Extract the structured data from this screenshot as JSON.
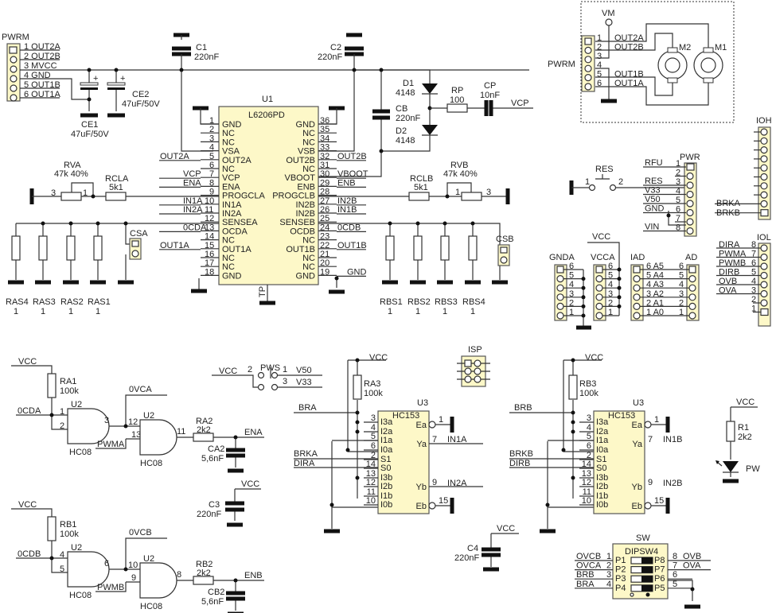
{
  "pwrm_left": {
    "ref": "PWRM",
    "pins": [
      "1 OUT2A",
      "2 OUT2B",
      "3 MVCC",
      "4 GND",
      "5 OUT1B",
      "6 OUT1A"
    ]
  },
  "caps_top": {
    "ce1": {
      "ref": "CE1",
      "val": "47uF/50V"
    },
    "ce2": {
      "ref": "CE2",
      "val": "47uF/50V"
    },
    "c1": {
      "ref": "C1",
      "val": "220nF"
    },
    "c2": {
      "ref": "C2",
      "val": "220nF"
    },
    "cb": {
      "ref": "CB",
      "val": "220nF"
    },
    "cp": {
      "ref": "CP",
      "val": "10nF"
    },
    "rp": {
      "ref": "RP",
      "val": "100"
    },
    "d1": {
      "ref": "D1",
      "val": "4148"
    },
    "d2": {
      "ref": "D2",
      "val": "4148"
    },
    "vcp": "VCP",
    "plus": "+"
  },
  "u1": {
    "ref": "U1",
    "part": "L6206PD",
    "tp": "TP",
    "left": [
      [
        "1",
        "GND",
        ""
      ],
      [
        "2",
        "NC",
        ""
      ],
      [
        "3",
        "NC",
        ""
      ],
      [
        "4",
        "VSA",
        ""
      ],
      [
        "5",
        "OUT2A",
        "OUT2A"
      ],
      [
        "6",
        "NC",
        ""
      ],
      [
        "7",
        "VCP",
        "VCP"
      ],
      [
        "8",
        "ENA",
        "ENA"
      ],
      [
        "9",
        "PROGCLA",
        ""
      ],
      [
        "10",
        "IN1A",
        "IN1A"
      ],
      [
        "11",
        "IN2A",
        "IN2A"
      ],
      [
        "12",
        "SENSEA",
        ""
      ],
      [
        "13",
        "OCDA",
        "0CDA"
      ],
      [
        "14",
        "NC",
        ""
      ],
      [
        "15",
        "OUT1A",
        "OUT1A"
      ],
      [
        "16",
        "NC",
        ""
      ],
      [
        "17",
        "NC",
        ""
      ],
      [
        "18",
        "GND",
        ""
      ]
    ],
    "right": [
      [
        "36",
        "GND",
        ""
      ],
      [
        "35",
        "NC",
        ""
      ],
      [
        "34",
        "NC",
        ""
      ],
      [
        "33",
        "VSB",
        ""
      ],
      [
        "32",
        "OUT2B",
        "OUT2B"
      ],
      [
        "31",
        "NC",
        ""
      ],
      [
        "30",
        "VBOOT",
        "VBOOT"
      ],
      [
        "29",
        "ENB",
        "ENB"
      ],
      [
        "28",
        "PROGCLB",
        ""
      ],
      [
        "27",
        "IN2B",
        "IN2B"
      ],
      [
        "26",
        "IN2B",
        "IN1B"
      ],
      [
        "25",
        "SENSEB",
        ""
      ],
      [
        "24",
        "OCDB",
        "0CDB"
      ],
      [
        "23",
        "NC",
        ""
      ],
      [
        "22",
        "OUT1B",
        "OUT1B"
      ],
      [
        "21",
        "NC",
        ""
      ],
      [
        "20",
        "NC",
        ""
      ],
      [
        "19",
        "GND",
        "GND"
      ]
    ]
  },
  "rva": {
    "ref": "RVA",
    "val": "47k 40%",
    "p1": "1",
    "p2": "2",
    "p3": "3"
  },
  "rcla": {
    "ref": "RCLA",
    "val": "5k1"
  },
  "rvb": {
    "ref": "RVB",
    "val": "47k 40%",
    "p1": "1",
    "p2": "2",
    "p3": "3"
  },
  "rclb": {
    "ref": "RCLB",
    "val": "5k1"
  },
  "sense_a": {
    "resistors": [
      {
        "ref": "RAS4",
        "val": "1"
      },
      {
        "ref": "RAS3",
        "val": "1"
      },
      {
        "ref": "RAS2",
        "val": "1"
      },
      {
        "ref": "RAS1",
        "val": "1"
      }
    ],
    "jumper": "CSA"
  },
  "sense_b": {
    "resistors": [
      {
        "ref": "RBS1",
        "val": "1"
      },
      {
        "ref": "RBS2",
        "val": "1"
      },
      {
        "ref": "RBS3",
        "val": "1"
      },
      {
        "ref": "RBS4",
        "val": "1"
      }
    ],
    "jumper": "CSB"
  },
  "motor_box": {
    "vm": "VM",
    "ref": "PWRM",
    "m1": "M1",
    "m2": "M2",
    "pins": [
      [
        "1",
        "OUT2A"
      ],
      [
        "2",
        "OUT2B"
      ],
      [
        "3",
        ""
      ],
      [
        "4",
        ""
      ],
      [
        "5",
        "OUT1B"
      ],
      [
        "6",
        "OUT1A"
      ]
    ]
  },
  "res_switch": {
    "ref": "RES",
    "p1": "1",
    "p2": "2"
  },
  "pwr": {
    "ref": "PWR",
    "pins": [
      [
        "RFU",
        "1"
      ],
      [
        "",
        "2"
      ],
      [
        "RES",
        "3"
      ],
      [
        "V33",
        "4"
      ],
      [
        "V50",
        "5"
      ],
      [
        "GND",
        "6"
      ],
      [
        "",
        "7"
      ],
      [
        "VIN",
        "8"
      ]
    ]
  },
  "ioh": {
    "ref": "IOH",
    "labels": [
      "BRKA",
      "BRKB"
    ]
  },
  "iol": {
    "ref": "IOL",
    "pins": [
      [
        "DIRA",
        "8"
      ],
      [
        "PWMA",
        "7"
      ],
      [
        "PWMB",
        "6"
      ],
      [
        "DIRB",
        "5"
      ],
      [
        "OVB",
        "4"
      ],
      [
        "OVA",
        "3"
      ],
      [
        "",
        "2"
      ],
      [
        "",
        "1"
      ]
    ]
  },
  "gnda": {
    "ref": "GNDA",
    "pins": [
      "6",
      "5",
      "4",
      "3",
      "2",
      "1"
    ]
  },
  "vcca": {
    "ref": "VCCA",
    "vcc": "VCC",
    "pins": [
      "6",
      "5",
      "4",
      "3",
      "2",
      "1"
    ]
  },
  "iad": {
    "ref": "IAD",
    "ad": "AD",
    "pins": [
      [
        "6 A5",
        "6"
      ],
      [
        "5 A4",
        "5"
      ],
      [
        "4 A3",
        "4"
      ],
      [
        "3 A2",
        "3"
      ],
      [
        "2 A1",
        "2"
      ],
      [
        "1 A0",
        "1"
      ]
    ]
  },
  "gate_a": {
    "vcc": "VCC",
    "r1": {
      "ref": "RA1",
      "val": "100k"
    },
    "in": "0CDA",
    "u": "U2",
    "part": "HC08",
    "p1": "1",
    "p2": "2",
    "p3": "3",
    "ov": "0VCA",
    "p12": "12",
    "p13": "13",
    "p11": "11",
    "pwm": "PWMA",
    "r2": {
      "ref": "RA2",
      "val": "2k2"
    },
    "c": {
      "ref": "CA2",
      "val": "5,6nF"
    },
    "out": "ENA"
  },
  "gate_b": {
    "vcc": "VCC",
    "r1": {
      "ref": "RB1",
      "val": "100k"
    },
    "in": "0CDB",
    "u": "U2",
    "part": "HC08",
    "p1": "4",
    "p2": "5",
    "p3": "6",
    "ov": "0VCB",
    "p12": "10",
    "p13": "9",
    "p11": "8",
    "pwm": "PWMB",
    "r2": {
      "ref": "RB2",
      "val": "2k2"
    },
    "c": {
      "ref": "CB2",
      "val": "5,6nF"
    },
    "out": "ENB"
  },
  "pws": {
    "ref": "PWS",
    "vcc": "VCC",
    "p2": "2",
    "p1": "1",
    "p3": "3",
    "v50": "V50",
    "v33": "V33"
  },
  "c3": {
    "ref": "C3",
    "val": "220nF",
    "vcc": "VCC"
  },
  "c4": {
    "ref": "C4",
    "val": "220nF",
    "vcc": "VCC"
  },
  "isp": {
    "ref": "ISP"
  },
  "mux_a": {
    "ref": "U3",
    "part": "HC153",
    "vcc": "VCC",
    "r": {
      "ref": "RA3",
      "val": "100k"
    },
    "br": "BRA",
    "brk": "BRKA",
    "dir": "DIRA",
    "ya": "IN1A",
    "yb": "IN2A",
    "left": [
      [
        "3",
        "I3a"
      ],
      [
        "4",
        "I2a"
      ],
      [
        "5",
        "I1a"
      ],
      [
        "6",
        "I0a"
      ],
      [
        "2",
        "S1"
      ],
      [
        "14",
        "S0"
      ],
      [
        "13",
        "I3b"
      ],
      [
        "12",
        "I2b"
      ],
      [
        "11",
        "I1b"
      ],
      [
        "10",
        "I0b"
      ]
    ],
    "ea": [
      "1",
      "Ea"
    ],
    "ya_pin": [
      "7",
      "Ya"
    ],
    "yb_pin": [
      "9",
      "Yb"
    ],
    "eb": [
      "15",
      "Eb"
    ]
  },
  "mux_b": {
    "ref": "U3",
    "part": "HC153",
    "vcc": "VCC",
    "r": {
      "ref": "RB3",
      "val": "100k"
    },
    "br": "BRB",
    "brk": "BRKB",
    "dir": "DIRB",
    "ya": "IN1B",
    "yb": "IN2B",
    "left": [
      [
        "3",
        "I3a"
      ],
      [
        "4",
        "I2a"
      ],
      [
        "5",
        "I1a"
      ],
      [
        "6",
        "I0a"
      ],
      [
        "2",
        "S1"
      ],
      [
        "14",
        "S0"
      ],
      [
        "13",
        "I3b"
      ],
      [
        "12",
        "I2b"
      ],
      [
        "11",
        "I1b"
      ],
      [
        "10",
        "I0b"
      ]
    ],
    "ea": [
      "1",
      "Ea"
    ],
    "ya_pin": [
      "7",
      "Ya"
    ],
    "yb_pin": [
      "9",
      "Yb"
    ],
    "eb": [
      "15",
      "Eb"
    ]
  },
  "led": {
    "vcc": "VCC",
    "r": {
      "ref": "R1",
      "val": "2k2"
    },
    "ref": "PW"
  },
  "sw": {
    "ref": "SW",
    "part": "DIPSW4",
    "left": [
      [
        "OVCB",
        "1",
        "P1"
      ],
      [
        "OVCA",
        "2",
        "P2"
      ],
      [
        "BRB",
        "3",
        "P3"
      ],
      [
        "BRA",
        "4",
        "P4"
      ]
    ],
    "right": [
      [
        "P8",
        "8",
        "OVB"
      ],
      [
        "P7",
        "7",
        "OVA"
      ],
      [
        "P6",
        "6",
        ""
      ],
      [
        "P5",
        "5",
        ""
      ]
    ]
  }
}
